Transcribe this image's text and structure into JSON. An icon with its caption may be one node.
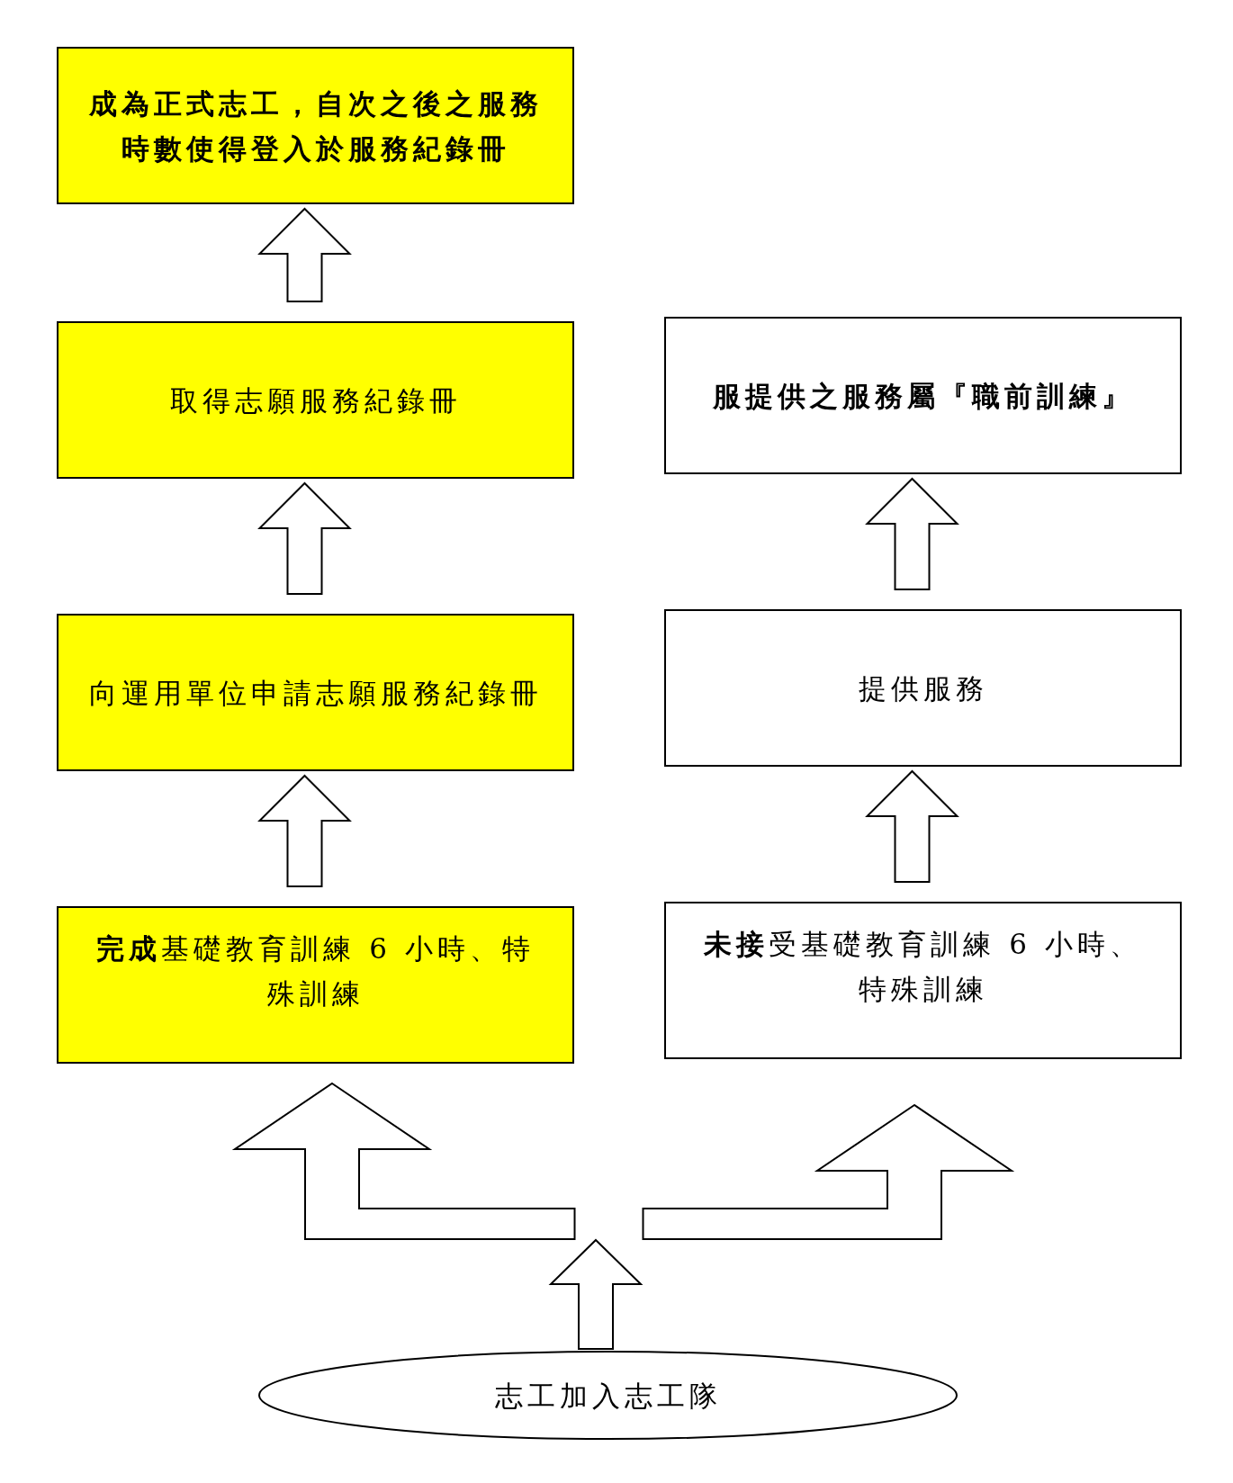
{
  "diagram": {
    "nodes": [
      {
        "text": [
          "成為正式志工，自次之後之服務時數使得登入於服務紀錄冊"
        ]
      },
      {
        "text": [
          "取得志願服務紀錄冊"
        ]
      },
      {
        "text": [
          "向運用單位申請志願服務紀錄冊"
        ]
      },
      {
        "text": [
          "**完成**基礎教育訓練 6 小時、特殊訓練"
        ]
      },
      {
        "text": [
          "服提供之服務屬『職前訓練』"
        ]
      },
      {
        "text": [
          "提供服務"
        ]
      },
      {
        "text": [
          "**未接**受基礎教育訓練 6 小時、特殊訓練"
        ]
      },
      {
        "text": [
          "志工加入志工隊"
        ]
      }
    ],
    "edges": [
      {
        "from": 7,
        "to": 3,
        "arrow": "to"
      },
      {
        "from": 7,
        "to": 6,
        "arrow": "to"
      },
      {
        "from": 3,
        "to": 2,
        "arrow": "to"
      },
      {
        "from": 2,
        "to": 1,
        "arrow": "to"
      },
      {
        "from": 1,
        "to": 0,
        "arrow": "to"
      },
      {
        "from": 6,
        "to": 5,
        "arrow": "to"
      },
      {
        "from": 5,
        "to": 4,
        "arrow": "to"
      }
    ]
  }
}
